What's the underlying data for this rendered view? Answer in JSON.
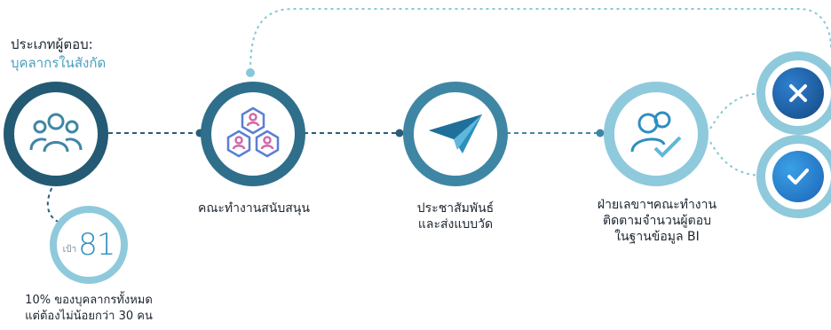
{
  "respondent": {
    "title": "ประเภทผู้ตอบ:",
    "subtitle": "บุคลากรในสังกัด"
  },
  "target": {
    "prefix": "เป้า",
    "value": "81"
  },
  "note": {
    "line1": "10% ของบุคลากรทั้งหมด",
    "line2": "แต่ต้องไม่น้อยกว่า 30 คน"
  },
  "steps": [
    {
      "icon": "people-group-icon",
      "label": ""
    },
    {
      "icon": "team-hierarchy-icon",
      "label": "คณะทำงานสนับสนุน"
    },
    {
      "icon": "paper-plane-icon",
      "label": "ประชาสัมพันธ์",
      "label2": "และส่งแบบวัด"
    },
    {
      "icon": "user-check-icon",
      "label": "ฝ่ายเลขาฯคณะทำงาน",
      "label2": "ติดตามจำนวนผู้ตอบ",
      "label3": "ในฐานข้อมูล BI"
    }
  ],
  "outcomes": [
    {
      "icon": "close-icon",
      "color": "#1c5fa8"
    },
    {
      "icon": "check-icon",
      "color": "#1f7fd0"
    }
  ],
  "colors": {
    "ring_dark": "#245a73",
    "ring_mid": "#3f86a4",
    "ring_light": "#8fc9dc",
    "connector": "#2a5d7a",
    "dotted": "#88c7d9"
  }
}
